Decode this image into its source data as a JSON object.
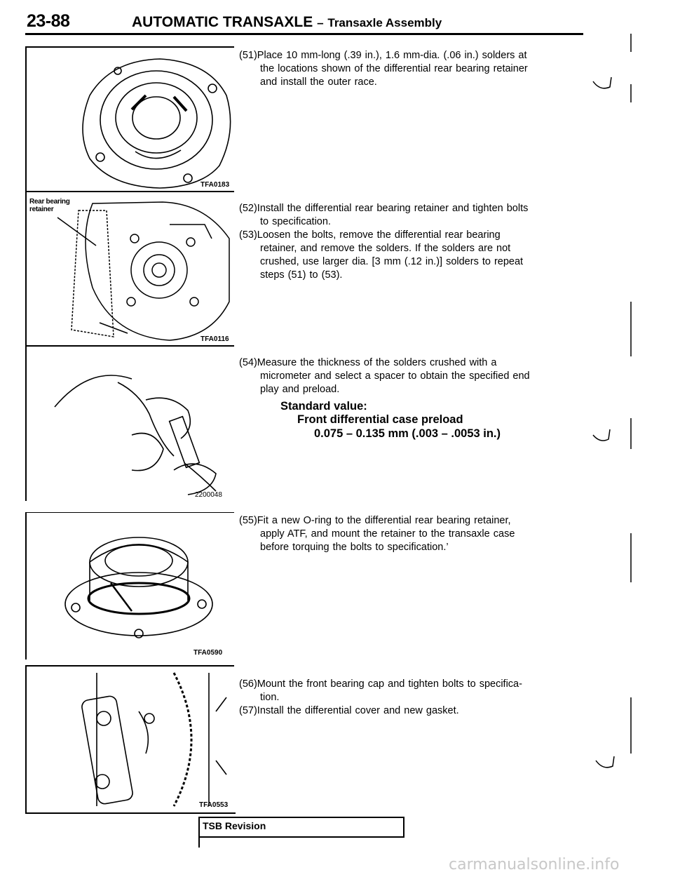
{
  "header": {
    "page_number": "23-88",
    "title": "AUTOMATIC TRANSAXLE",
    "dash": "–",
    "subtitle": "Transaxle Assembly"
  },
  "figures": [
    {
      "code": "TFA0183",
      "label_lines": []
    },
    {
      "code": "TFA0116",
      "label_lines": [
        "Rear bearing",
        "retainer"
      ]
    },
    {
      "code": "2200048",
      "label_lines": []
    },
    {
      "code": "TFA0590",
      "label_lines": []
    },
    {
      "code": "TFA0553",
      "label_lines": []
    }
  ],
  "steps": {
    "s51": {
      "first": "(51)Place 10 mm-long (.39 in.), 1.6 mm-dia. (.06 in.) solders at",
      "rest": [
        "the locations shown of the differential rear bearing retainer",
        "and install the outer race."
      ]
    },
    "s52": {
      "first": "(52)Install the differential rear bearing retainer and tighten bolts",
      "rest": [
        "to specification."
      ]
    },
    "s53": {
      "first": "(53)Loosen the bolts, remove the differential rear bearing",
      "rest": [
        "retainer, and remove the solders. If the solders are not",
        "crushed, use larger dia. [3 mm (.12 in.)] solders to repeat",
        "steps (51) to (53)."
      ]
    },
    "s54": {
      "first": "(54)Measure the thickness of the solders crushed with a",
      "rest": [
        "micrometer and select a spacer to obtain the specified end",
        "play and preload."
      ]
    },
    "s55": {
      "first": "(55)Fit a new O-ring to the differential rear bearing retainer,",
      "rest": [
        "apply ATF, and mount the retainer to the transaxle case",
        "before torquing the bolts to specification.’"
      ]
    },
    "s56": {
      "first": "(56)Mount the front bearing cap and tighten bolts to specifica-",
      "rest": [
        "tion."
      ]
    },
    "s57": {
      "first": "(57)Install the differential cover and new gasket.",
      "rest": []
    }
  },
  "standard": {
    "heading": "Standard value:",
    "item": "Front differential case preload",
    "value": "0.075 – 0.135 mm (.003 – .0053 in.)"
  },
  "footer": {
    "tsb": "TSB Revision"
  },
  "watermark": "carmanualsonline.info"
}
